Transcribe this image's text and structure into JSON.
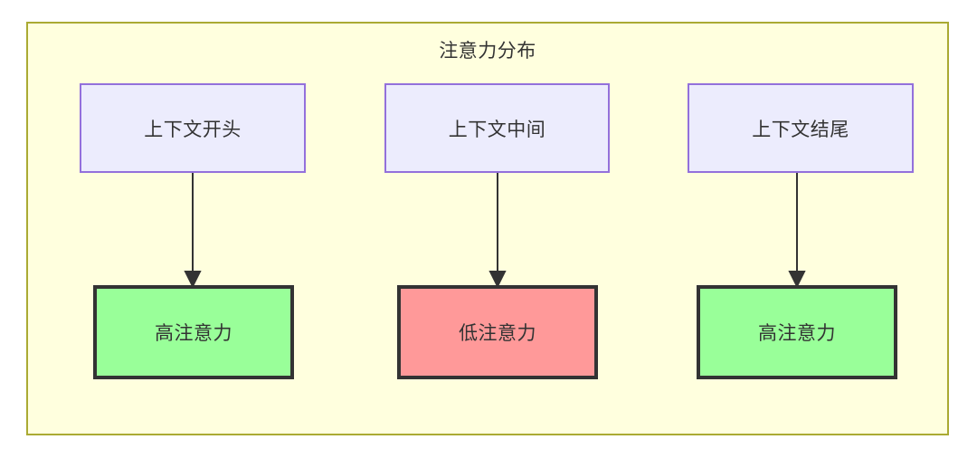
{
  "diagram": {
    "title": "注意力分布",
    "container": {
      "background_color": "#ffffde",
      "border_color": "#aaaa33"
    },
    "context_nodes": [
      {
        "label": "上下文开头",
        "fill": "#ececfd",
        "stroke": "#9370db"
      },
      {
        "label": "上下文中间",
        "fill": "#ececfd",
        "stroke": "#9370db"
      },
      {
        "label": "上下文结尾",
        "fill": "#ececfd",
        "stroke": "#9370db"
      }
    ],
    "attention_nodes": [
      {
        "label": "高注意力",
        "fill": "#99ff99",
        "stroke": "#333333"
      },
      {
        "label": "低注意力",
        "fill": "#ff9999",
        "stroke": "#333333"
      },
      {
        "label": "高注意力",
        "fill": "#99ff99",
        "stroke": "#333333"
      }
    ],
    "edges": [
      {
        "from": "上下文开头",
        "to": "高注意力",
        "label": ""
      },
      {
        "from": "上下文中间",
        "to": "低注意力",
        "label": ""
      },
      {
        "from": "上下文结尾",
        "to": "高注意力",
        "label": ""
      }
    ],
    "edge_color": "#333333"
  }
}
